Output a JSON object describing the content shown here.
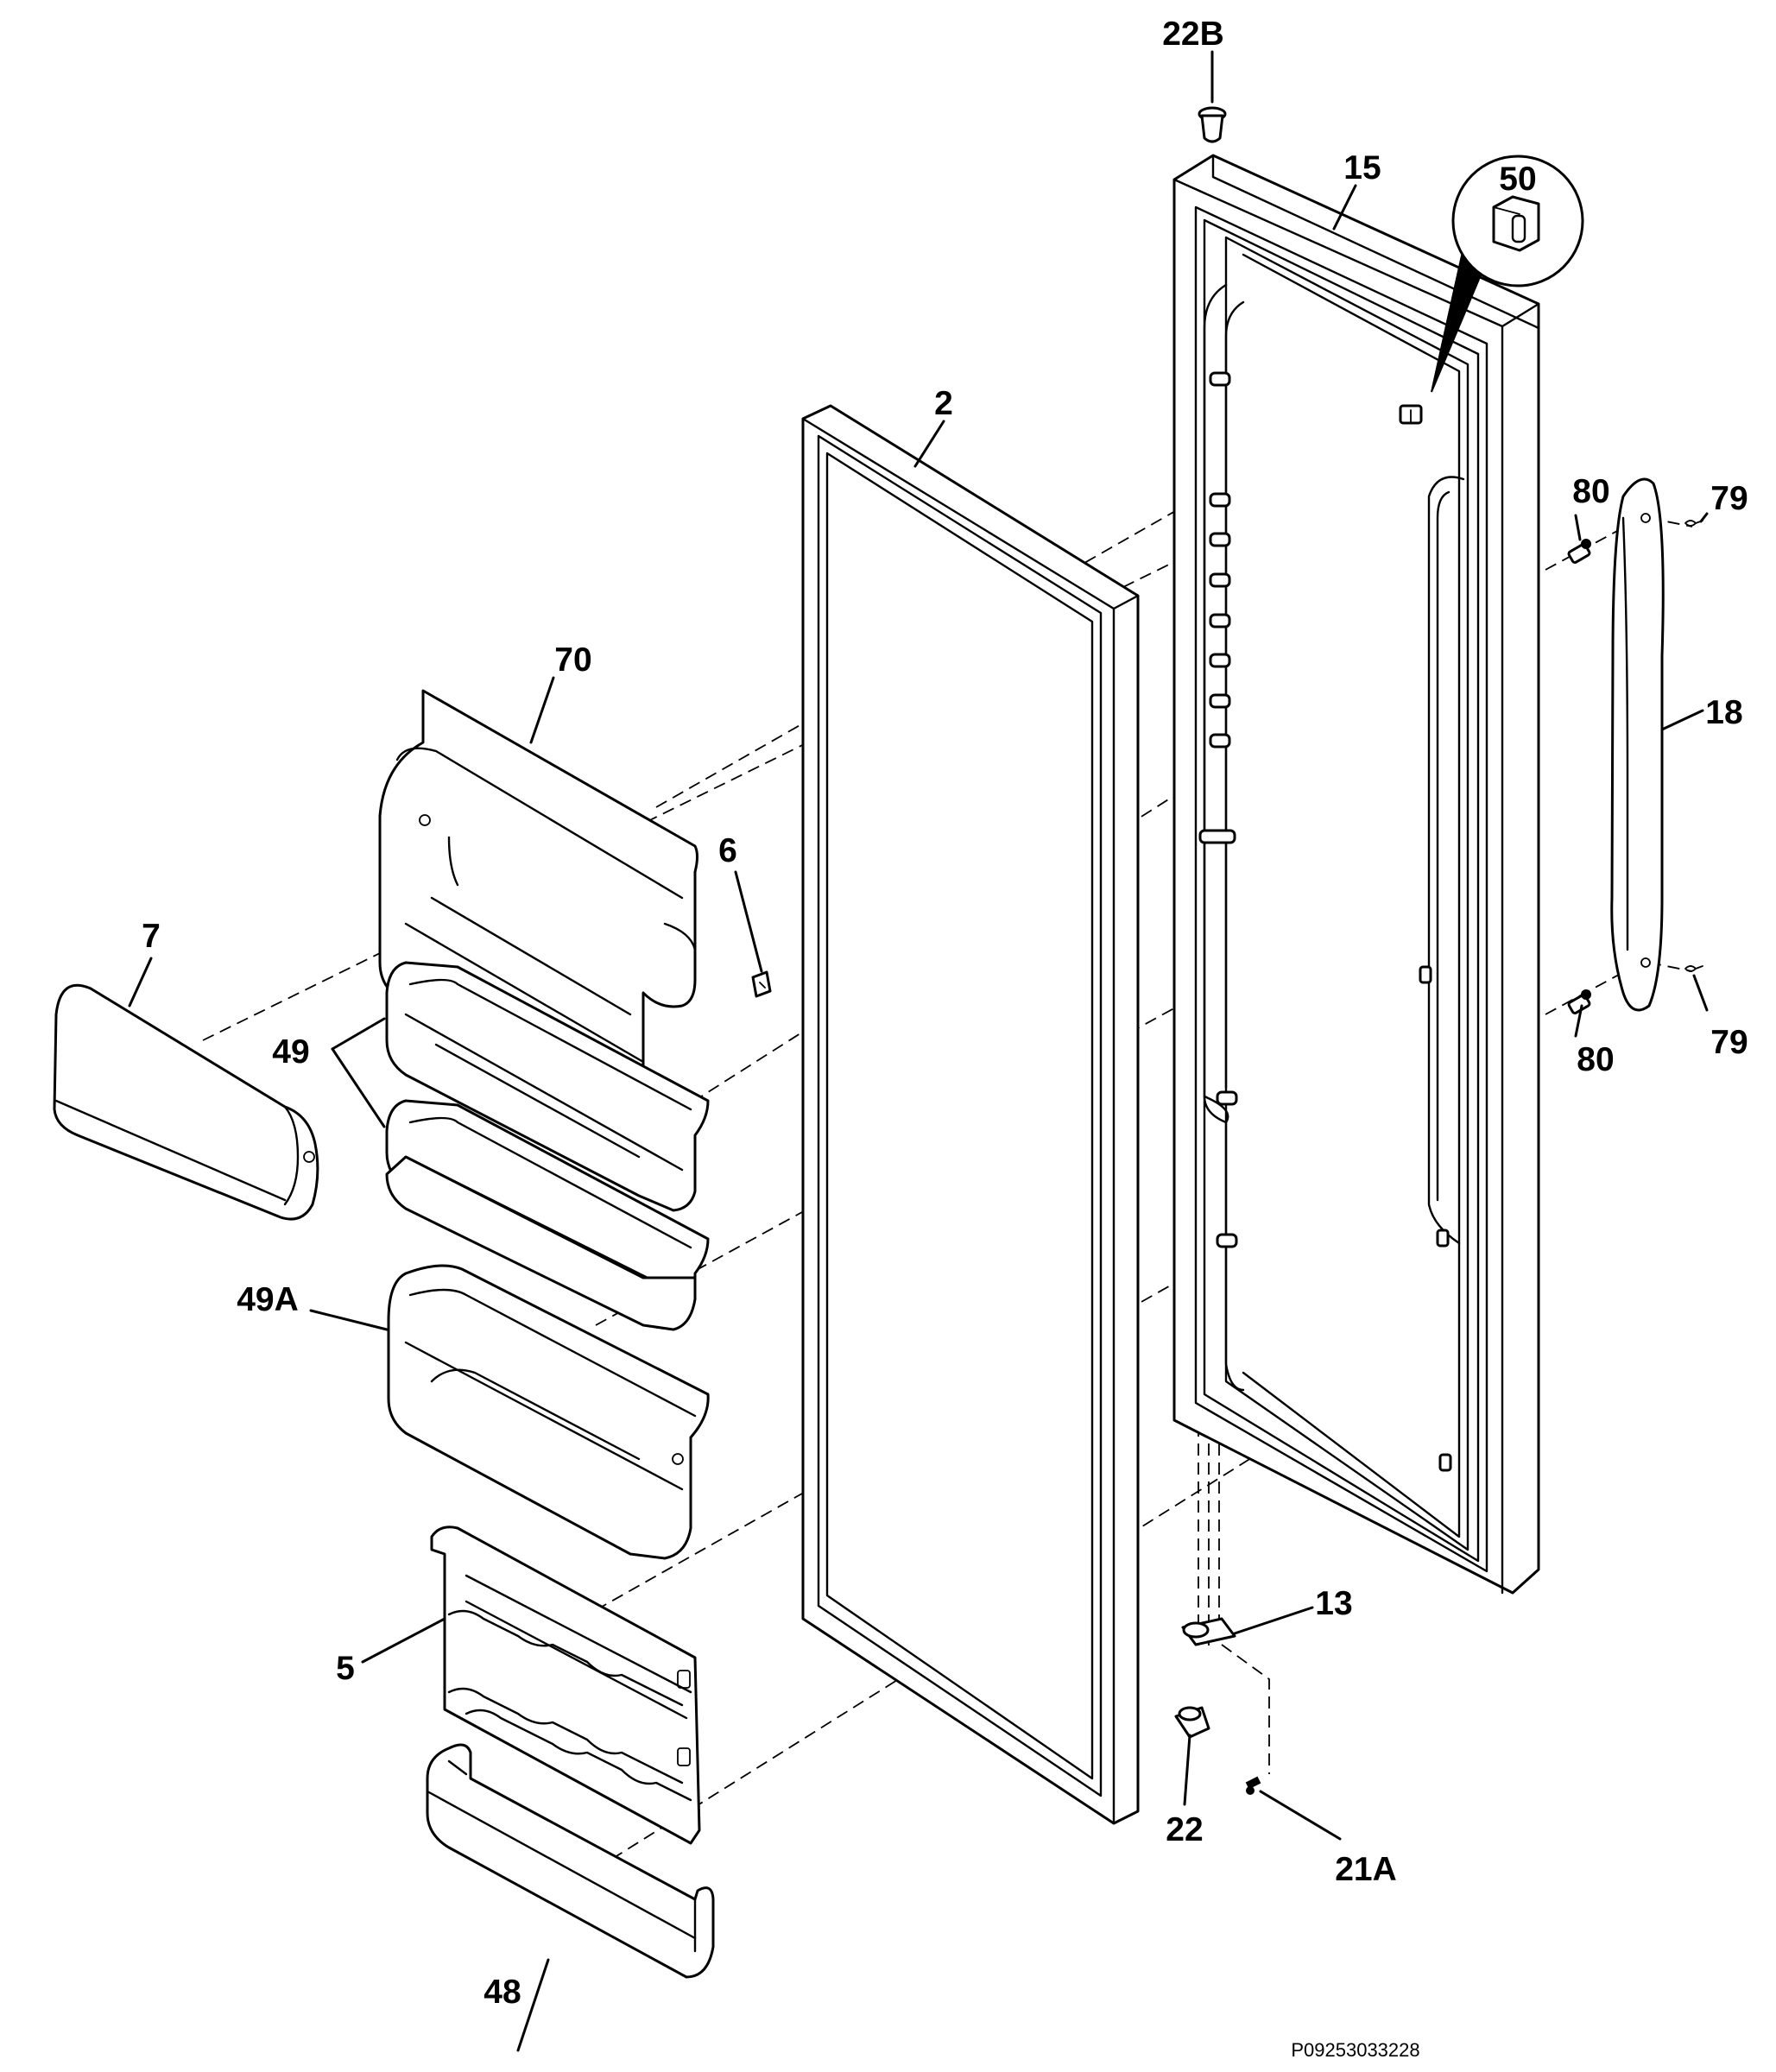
{
  "figure_code": "P09253033228",
  "callouts": {
    "c22B": "22B",
    "c15": "15",
    "c50": "50",
    "c2": "2",
    "c80a": "80",
    "c79a": "79",
    "c70": "70",
    "c18": "18",
    "c6": "6",
    "c7": "7",
    "c49": "49",
    "c80b": "80",
    "c79b": "79",
    "c49A": "49A",
    "c13": "13",
    "c5": "5",
    "c22": "22",
    "c21A": "21A",
    "c48": "48"
  }
}
